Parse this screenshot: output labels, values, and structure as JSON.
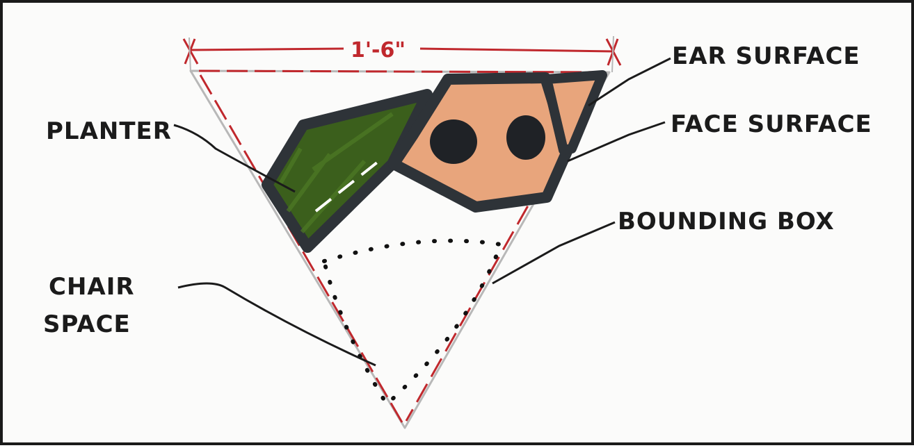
{
  "diagram": {
    "dimension_label": "1'-6\"",
    "labels": {
      "ear_surface": "EAR SURFACE",
      "face_surface": "FACE SURFACE",
      "planter": "PLANTER",
      "bounding_box": "BOUNDING BOX",
      "chair_space_line1": "CHAIR",
      "chair_space_line2": "SPACE"
    }
  },
  "colors": {
    "dimension_red": "#c0282d",
    "planter_green": "#3b5f1c",
    "face_peach": "#e8a57c",
    "outline_dark": "#2e3338",
    "pencil_gray": "#b8b8b8",
    "ink_black": "#1b1b1b"
  }
}
